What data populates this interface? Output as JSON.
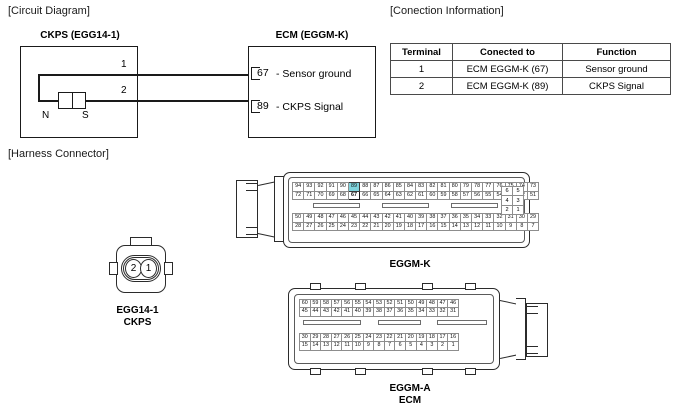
{
  "sections": {
    "circuit_diagram": "[Circuit Diagram]",
    "connection_information": "[Conection Information]",
    "harness_connector": "[Harness Connector]"
  },
  "circuit": {
    "left_title": "CKPS (EGG14-1)",
    "right_title": "ECM (EGGM-K)",
    "wire1_number": "1",
    "wire2_number": "2",
    "magnet_north": "N",
    "magnet_south": "S",
    "terminals": [
      {
        "pin": "67",
        "text": "- Sensor ground"
      },
      {
        "pin": "89",
        "text": "- CKPS Signal"
      }
    ]
  },
  "table": {
    "headers": [
      "Terminal",
      "Conected to",
      "Function"
    ],
    "rows": [
      [
        "1",
        "ECM EGGM-K (67)",
        "Sensor ground"
      ],
      [
        "2",
        "ECM EGGM-K (89)",
        "CKPS Signal"
      ]
    ]
  },
  "ckps_connector": {
    "pin_left": "2",
    "pin_right": "1",
    "label_line1": "EGG14-1",
    "label_line2": "CKPS"
  },
  "eggm_k": {
    "label": "EGGM-K",
    "highlight_cyan": "89",
    "highlight_bold": "67",
    "rows": [
      [
        "94",
        "93",
        "92",
        "91",
        "90",
        "89",
        "88",
        "87",
        "86",
        "85",
        "84",
        "83",
        "82",
        "81",
        "80",
        "79",
        "78",
        "77",
        "76",
        "75",
        "74",
        "73"
      ],
      [
        "72",
        "71",
        "70",
        "69",
        "68",
        "67",
        "66",
        "65",
        "64",
        "63",
        "62",
        "61",
        "60",
        "59",
        "58",
        "57",
        "56",
        "55",
        "54",
        "53",
        "52",
        "51"
      ],
      [
        "50",
        "49",
        "48",
        "47",
        "46",
        "45",
        "44",
        "43",
        "42",
        "41",
        "40",
        "39",
        "38",
        "37",
        "36",
        "35",
        "34",
        "33",
        "32",
        "31",
        "30",
        "29"
      ],
      [
        "28",
        "27",
        "26",
        "25",
        "24",
        "23",
        "22",
        "21",
        "20",
        "19",
        "18",
        "17",
        "16",
        "15",
        "14",
        "13",
        "12",
        "11",
        "10",
        "9",
        "8",
        "7"
      ]
    ],
    "side_rows": [
      [
        "6",
        "5"
      ],
      [
        "4",
        "3"
      ],
      [
        "2",
        "1"
      ]
    ]
  },
  "eggm_a": {
    "label_line1": "EGGM-A",
    "label_line2": "ECM",
    "rows": [
      [
        "60",
        "59",
        "58",
        "57",
        "56",
        "55",
        "54",
        "53",
        "52",
        "51",
        "50",
        "49",
        "48",
        "47",
        "46"
      ],
      [
        "45",
        "44",
        "43",
        "42",
        "41",
        "40",
        "39",
        "38",
        "37",
        "36",
        "35",
        "34",
        "33",
        "32",
        "31"
      ],
      [
        "30",
        "29",
        "28",
        "27",
        "26",
        "25",
        "24",
        "23",
        "22",
        "21",
        "20",
        "19",
        "18",
        "17",
        "16"
      ],
      [
        "15",
        "14",
        "13",
        "12",
        "11",
        "10",
        "9",
        "8",
        "7",
        "6",
        "5",
        "4",
        "3",
        "2",
        "1"
      ]
    ]
  },
  "colors": {
    "highlight": "#7fd4dd",
    "line": "#1a1a1a",
    "grid_border": "#8d8d8d"
  }
}
